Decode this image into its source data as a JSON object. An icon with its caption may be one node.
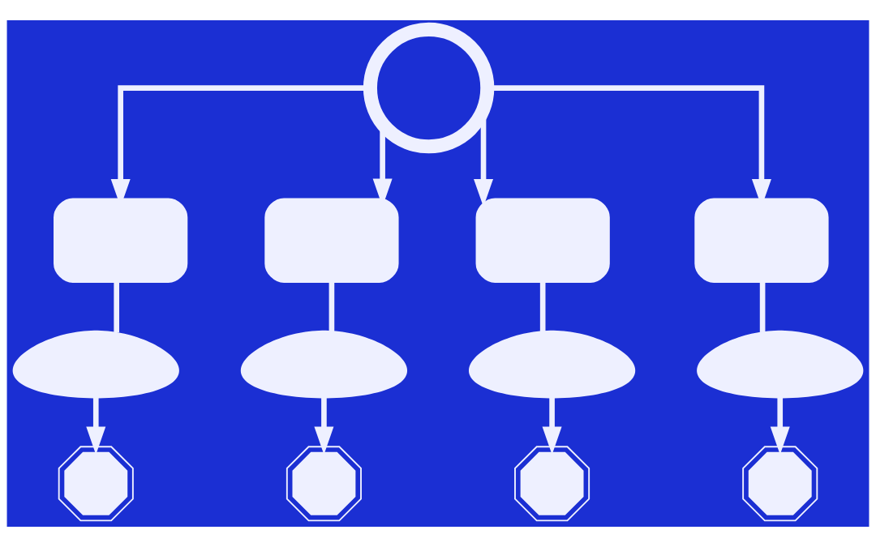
{
  "diagram": {
    "nodes": [
      {
        "text": [],
        "shape": "picture"
      },
      {
        "text": [],
        "shape": "box"
      },
      {
        "text": [],
        "shape": "box"
      },
      {
        "text": [],
        "shape": "box"
      },
      {
        "text": [],
        "shape": "box"
      },
      {
        "text": [],
        "shape": "person"
      },
      {
        "text": [],
        "shape": "person"
      },
      {
        "text": [],
        "shape": "person"
      },
      {
        "text": [],
        "shape": "person"
      },
      {
        "text": [],
        "shape": "gear"
      },
      {
        "text": [],
        "shape": "gear"
      },
      {
        "text": [],
        "shape": "gear"
      },
      {
        "text": [],
        "shape": "gear"
      }
    ],
    "edges": [
      {
        "from": 0,
        "to": 1,
        "arrow": "to"
      },
      {
        "from": 0,
        "to": 2,
        "arrow": "to"
      },
      {
        "from": 0,
        "to": 3,
        "arrow": "to"
      },
      {
        "from": 0,
        "to": 4,
        "arrow": "to"
      },
      {
        "from": 1,
        "to": 5,
        "arrow": "none"
      },
      {
        "from": 2,
        "to": 6,
        "arrow": "none"
      },
      {
        "from": 3,
        "to": 7,
        "arrow": "none"
      },
      {
        "from": 4,
        "to": 8,
        "arrow": "none"
      },
      {
        "from": 5,
        "to": 9,
        "arrow": "to"
      },
      {
        "from": 6,
        "to": 10,
        "arrow": "to"
      },
      {
        "from": 7,
        "to": 11,
        "arrow": "to"
      },
      {
        "from": 8,
        "to": 12,
        "arrow": "to"
      }
    ]
  }
}
